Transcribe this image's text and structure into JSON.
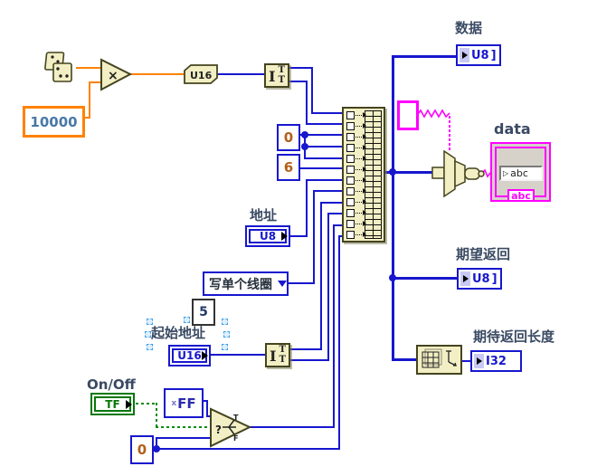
{
  "colors": {
    "wire_blue": "#1717CE",
    "wire_orange": "#FF8200",
    "wire_green": "#0A8A0A",
    "wire_string_pink": "#FF00FF",
    "node_fill": "#F3EFC5",
    "node_border": "#44441F",
    "integer_const_text": "#B2601E",
    "float_const_text": "#4878A8",
    "label_text": "#3A4A63",
    "boolean_green": "#067806",
    "terminal_lavender": "#C9C9F5"
  },
  "functions": {
    "multiply": {
      "symbol": "×"
    },
    "to_u16": {
      "text": "U16"
    },
    "split_number": {
      "big": "I",
      "top": "T",
      "bottom": "T"
    },
    "select": {
      "q": "?",
      "t": "T",
      "f": "F"
    }
  },
  "constants": {
    "c10000": "10000",
    "c0_top": "0",
    "c6": "6",
    "c5": "5",
    "c0_bottom": "0",
    "hex_radix": "x",
    "hex_value": "FF",
    "ring_value": "写单个线圈",
    "string_empty": ""
  },
  "controls": {
    "address": {
      "label": "地址",
      "type": "U8"
    },
    "start_address": {
      "label": "起始地址",
      "type": "U16"
    },
    "on_off": {
      "label": "On/Off",
      "type": "TF"
    }
  },
  "indicators": {
    "data_array": {
      "label": "数据",
      "type": "U8",
      "bracket": "]"
    },
    "expected_return": {
      "label": "期望返回",
      "type": "U8",
      "bracket": "]"
    },
    "expected_length": {
      "label": "期待返回长度",
      "type": "I32"
    },
    "data_string": {
      "label": "data",
      "value": "abc",
      "tab": "abc"
    }
  },
  "build_array": {
    "input_count": 12
  }
}
